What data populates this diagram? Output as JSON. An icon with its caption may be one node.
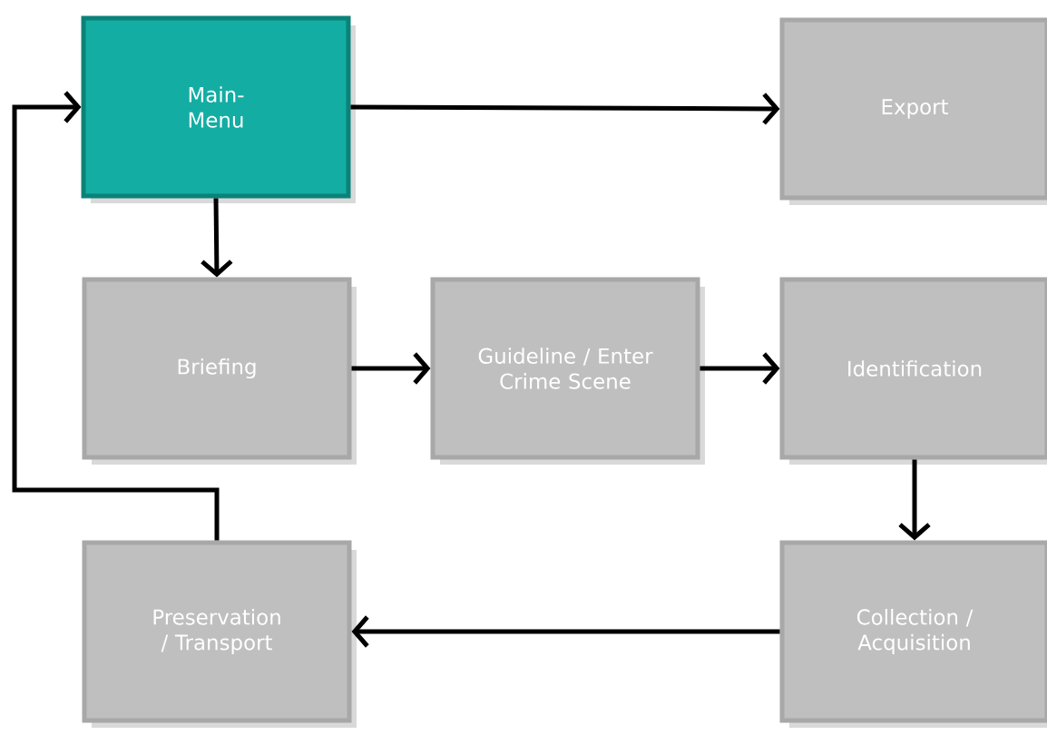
{
  "diagram": {
    "nodes": [
      {
        "text": [
          "Main-Menu"
        ]
      },
      {
        "text": [
          "Export"
        ]
      },
      {
        "text": [
          "Briefing"
        ]
      },
      {
        "text": [
          "Guideline / Enter Crime Scene"
        ]
      },
      {
        "text": [
          "Identification"
        ]
      },
      {
        "text": [
          "Preservation / Transport"
        ]
      },
      {
        "text": [
          "Collection / Acquisition"
        ]
      }
    ],
    "edges": [
      {
        "from": 0,
        "to": 1,
        "arrow": "to"
      },
      {
        "from": 0,
        "to": 2,
        "arrow": "to"
      },
      {
        "from": 2,
        "to": 3,
        "arrow": "to"
      },
      {
        "from": 3,
        "to": 4,
        "arrow": "to"
      },
      {
        "from": 4,
        "to": 6,
        "arrow": "to"
      },
      {
        "from": 6,
        "to": 5,
        "arrow": "to"
      },
      {
        "from": 5,
        "to": 0,
        "arrow": "to"
      }
    ]
  }
}
